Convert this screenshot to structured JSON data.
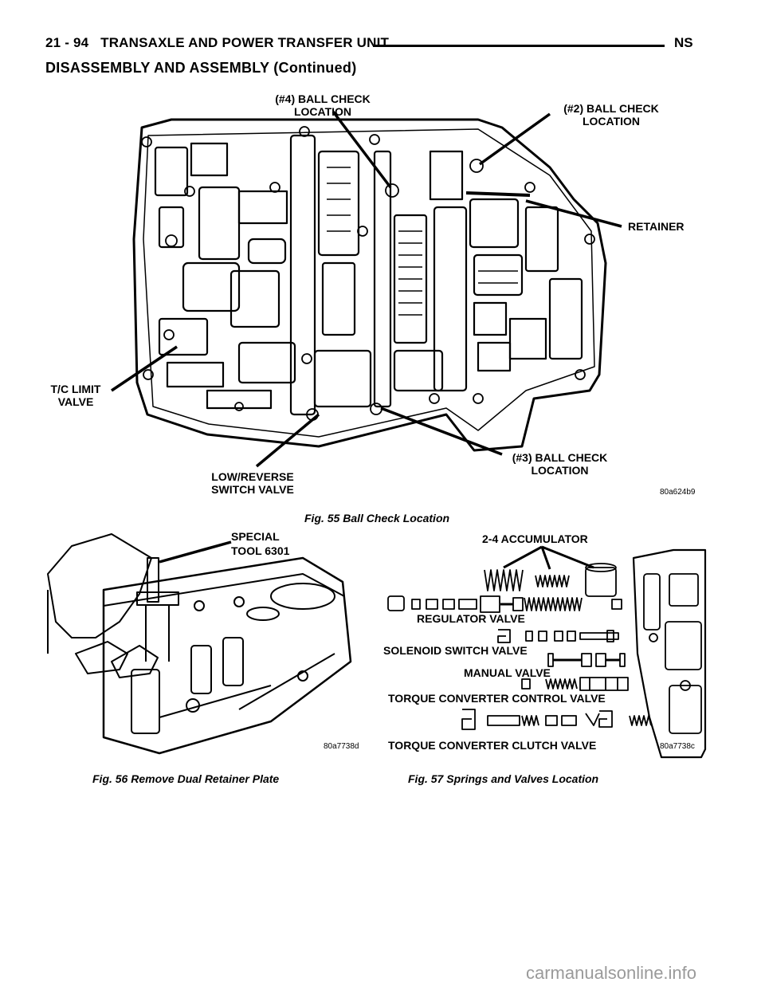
{
  "header": {
    "page_ref": "21 - 94",
    "chapter_title": "TRANSAXLE AND POWER TRANSFER UNIT",
    "model_code": "NS"
  },
  "section_title": "DISASSEMBLY AND ASSEMBLY (Continued)",
  "fig55": {
    "labels": {
      "ball4_line1": "(#4) BALL CHECK",
      "ball4_line2": "LOCATION",
      "ball2_line1": "(#2) BALL CHECK",
      "ball2_line2": "LOCATION",
      "retainer": "RETAINER",
      "tc_limit_line1": "T/C LIMIT",
      "tc_limit_line2": "VALVE",
      "lowrev_line1": "LOW/REVERSE",
      "lowrev_line2": "SWITCH VALVE",
      "ball3_line1": "(#3) BALL CHECK",
      "ball3_line2": "LOCATION"
    },
    "code": "80a624b9",
    "caption": "Fig. 55 Ball Check Location"
  },
  "fig56": {
    "label_line1": "SPECIAL",
    "label_line2": "TOOL 6301",
    "code": "80a7738d",
    "caption": "Fig. 56 Remove Dual Retainer Plate"
  },
  "fig57": {
    "labels": {
      "accumulator": "2-4 ACCUMULATOR",
      "regulator": "REGULATOR VALVE",
      "solenoid": "SOLENOID SWITCH VALVE",
      "manual": "MANUAL VALVE",
      "tc_control": "TORQUE CONVERTER CONTROL VALVE",
      "tc_clutch": "TORQUE CONVERTER CLUTCH VALVE"
    },
    "code": "80a7738c",
    "caption": "Fig. 57 Springs and Valves Location"
  },
  "watermark": "carmanualsonline.info"
}
